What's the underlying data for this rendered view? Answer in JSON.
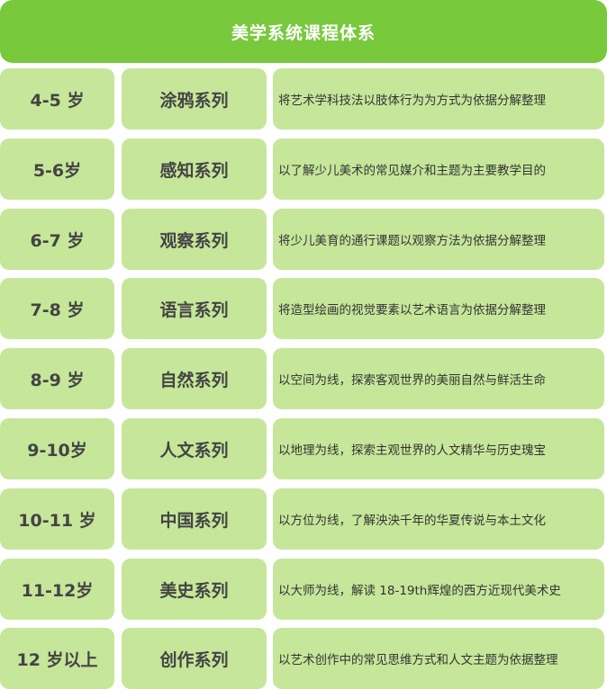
{
  "title": "美学系统课程体系",
  "rows": [
    {
      "age": "4-5 岁",
      "series": "涂鸦系列",
      "desc": "将艺术学科技法以肢体行为为方式为依据分解整理"
    },
    {
      "age": "5-6岁",
      "series": "感知系列",
      "desc": "以了解少儿美术的常见媒介和主题为主要教学目的"
    },
    {
      "age": "6-7 岁",
      "series": "观察系列",
      "desc": "将少儿美育的通行课题以观察方法为依据分解整理"
    },
    {
      "age": "7-8 岁",
      "series": "语言系列",
      "desc": "将造型绘画的视觉要素以艺术语言为依据分解整理"
    },
    {
      "age": "8-9 岁",
      "series": "自然系列",
      "desc": "以空间为线，探索客观世界的美丽自然与鲜活生命"
    },
    {
      "age": "9-10岁",
      "series": "人文系列",
      "desc": "以地理为线，探索主观世界的人文精华与历史瑰宝"
    },
    {
      "age": "10-11 岁",
      "series": "中国系列",
      "desc": "以方位为线，了解泱泱千年的华夏传说与本土文化"
    },
    {
      "age": "11-12岁",
      "series": "美史系列",
      "desc": "以大师为线，解读 18-19th辉煌的西方近现代美术史"
    },
    {
      "age": "12 岁以上",
      "series": "创作系列",
      "desc": "以艺术创作中的常见思维方式和人文主题为依据整理"
    }
  ],
  "colors": {
    "header": "#78c93c",
    "cell": "#c6e69a"
  }
}
